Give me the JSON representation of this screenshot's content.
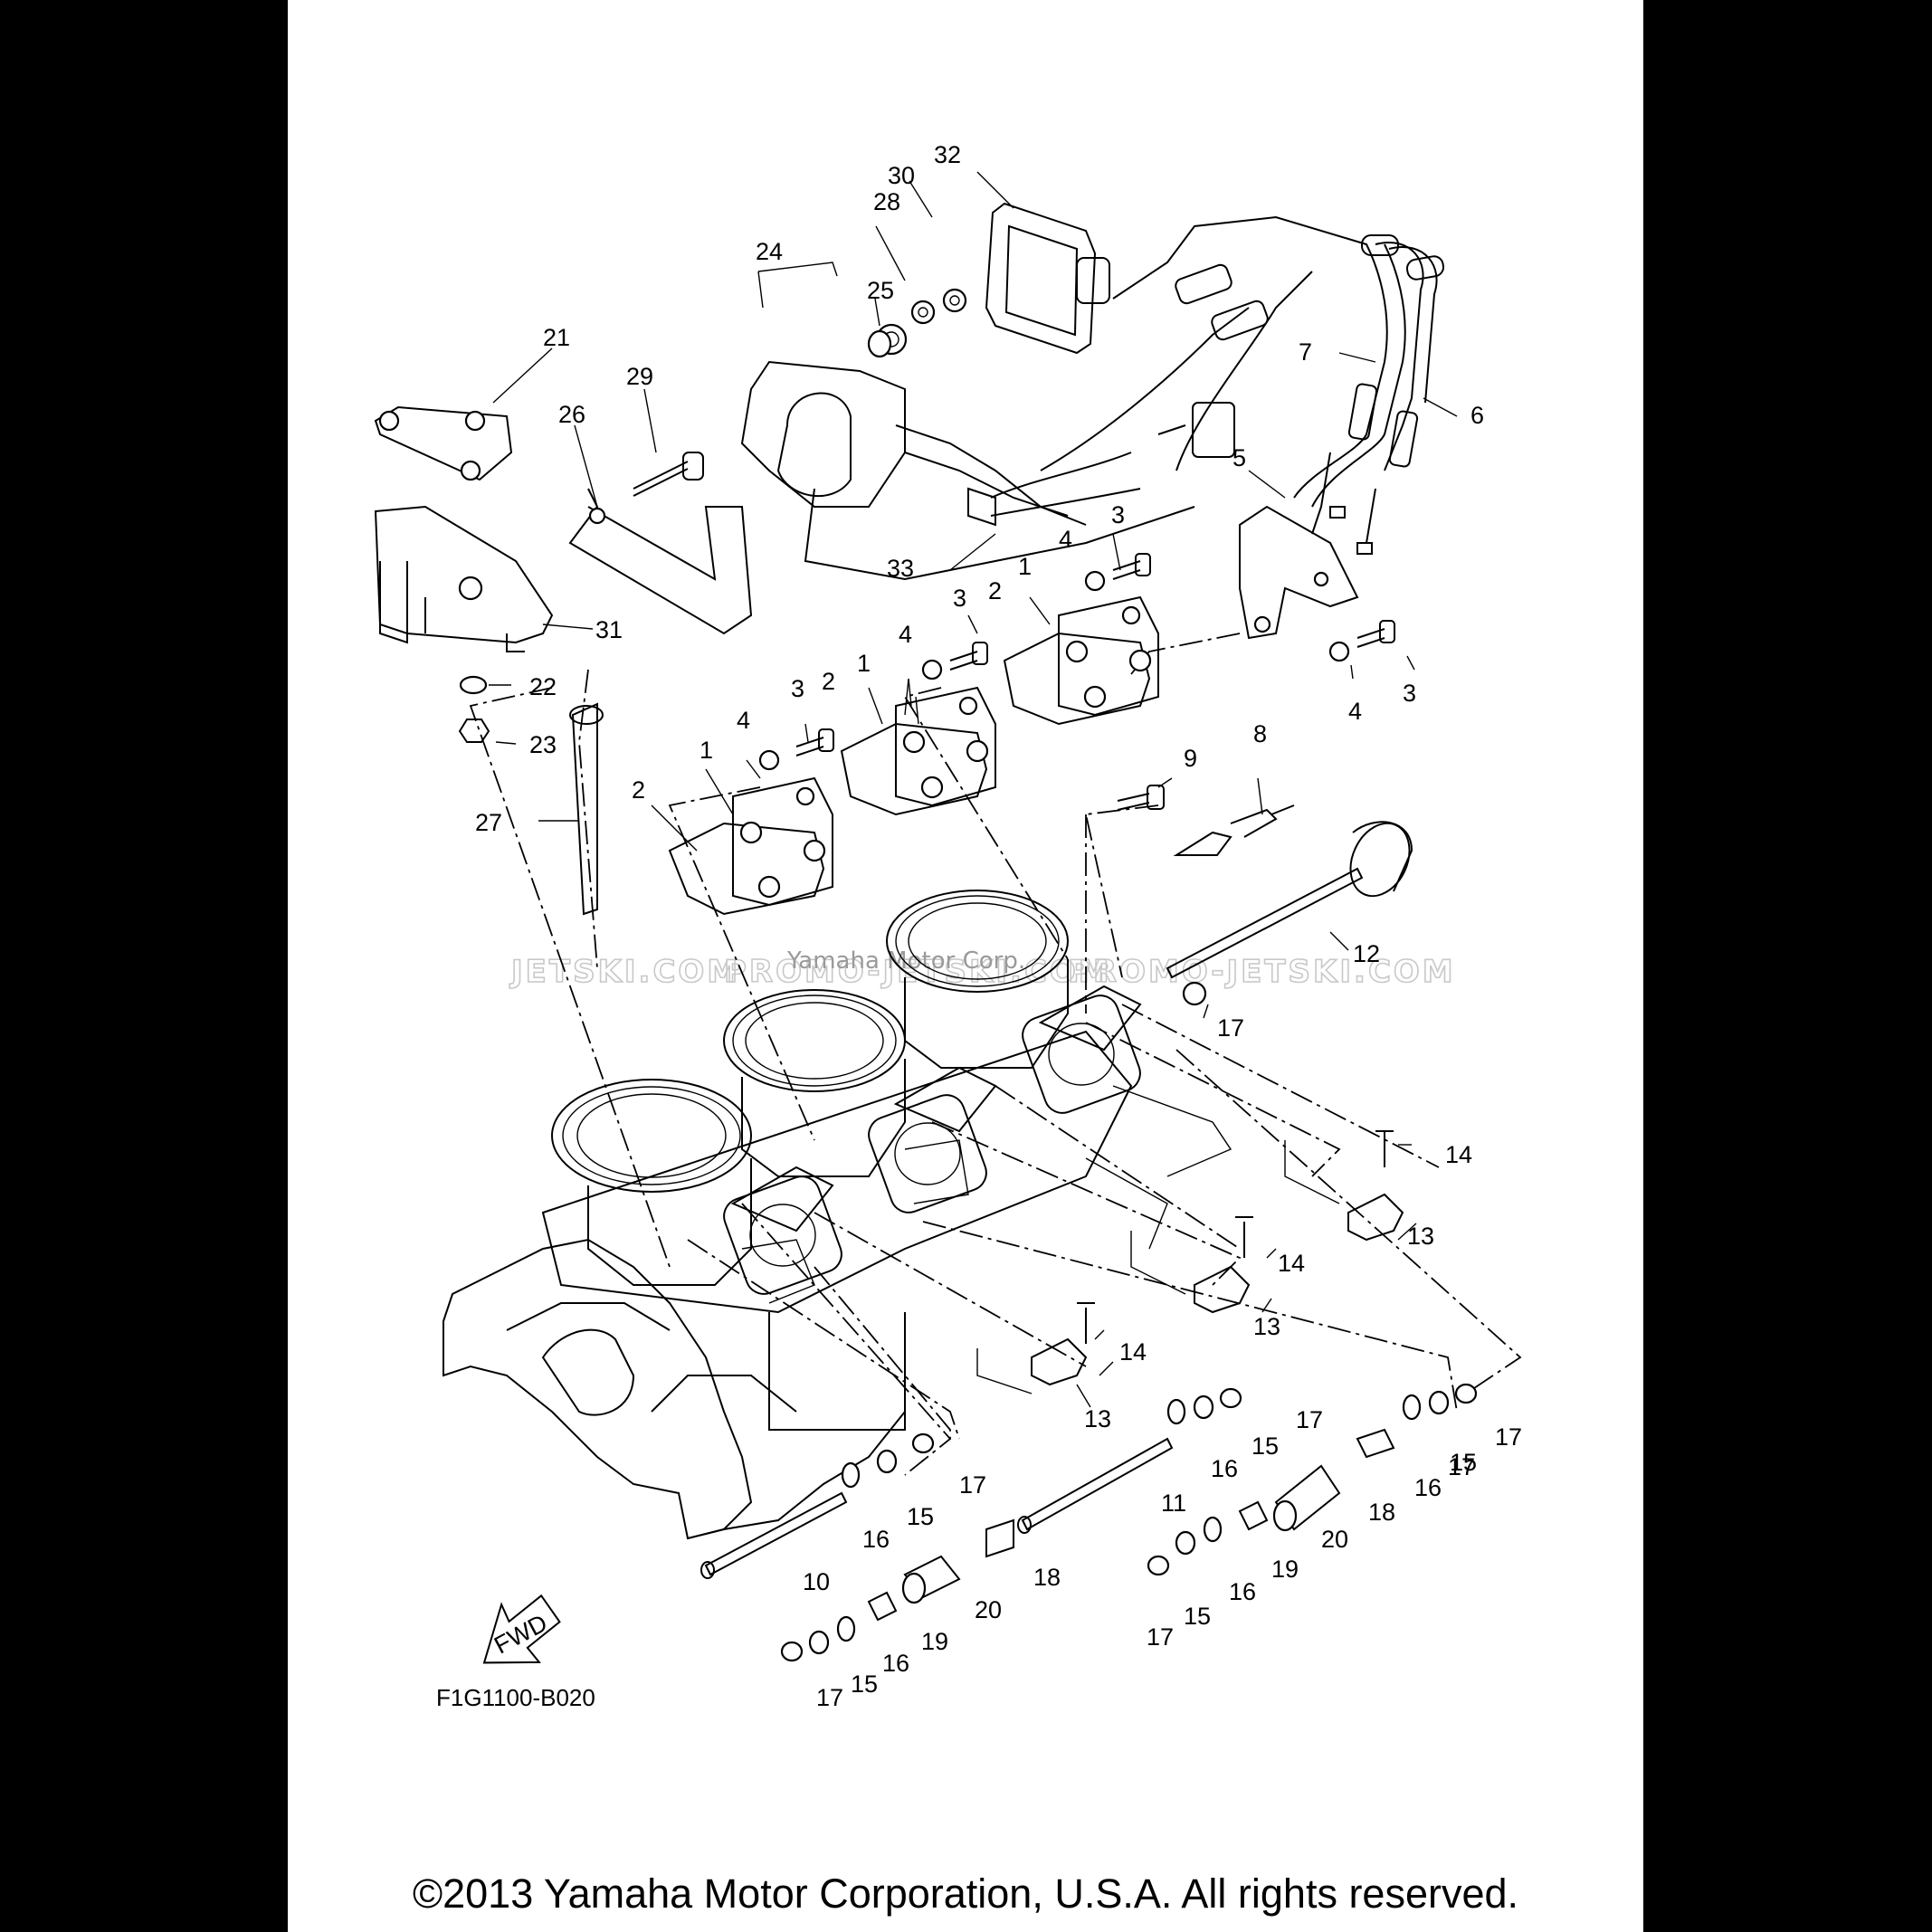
{
  "diagram": {
    "drawing_code": "F1G1100-B020",
    "fwd_label": "FWD",
    "watermarks": [
      "JETSKI.COM",
      "PROMO-JETSKI.COM",
      "PROMO-JETSKI.COM"
    ],
    "watermark_corp": "Yamaha Motor Corp.",
    "copyright": "©2013 Yamaha Motor Corporation, U.S.A. All rights reserved.",
    "callouts": [
      "1",
      "1",
      "1",
      "2",
      "2",
      "2",
      "3",
      "3",
      "3",
      "3",
      "4",
      "4",
      "4",
      "4",
      "5",
      "6",
      "7",
      "8",
      "9",
      "10",
      "11",
      "12",
      "13",
      "13",
      "13",
      "14",
      "14",
      "14",
      "15",
      "15",
      "15",
      "15",
      "15",
      "16",
      "16",
      "16",
      "16",
      "16",
      "17",
      "17",
      "17",
      "17",
      "17",
      "17",
      "17",
      "18",
      "18",
      "19",
      "19",
      "20",
      "20",
      "21",
      "22",
      "23",
      "24",
      "25",
      "26",
      "27",
      "28",
      "29",
      "30",
      "31",
      "32",
      "33"
    ]
  }
}
